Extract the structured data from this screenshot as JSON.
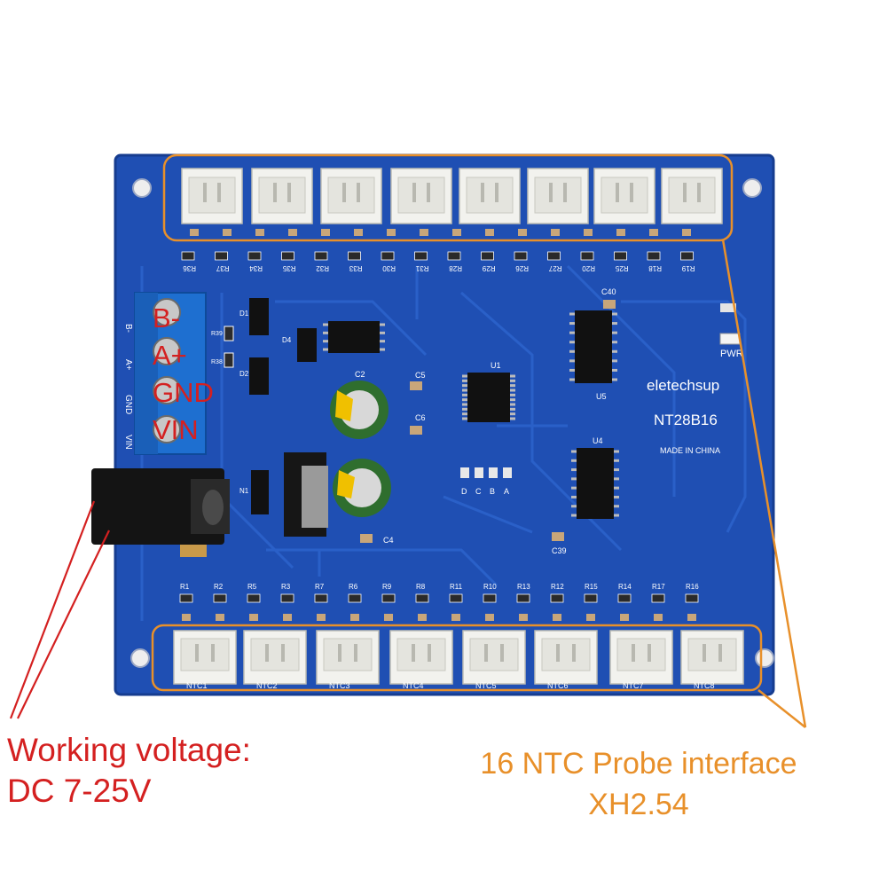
{
  "colors": {
    "board": "#1f4fb3",
    "board_dark": "#173e96",
    "trace": "#2c62c8",
    "silkscreen": "#ffffff",
    "connector": "#f2f2ee",
    "terminal_block": "#1e6fd0",
    "red_annotation": "#d42020",
    "orange_annotation": "#e8902a"
  },
  "board": {
    "brand": "eletechsup",
    "model": "NT28B16",
    "origin": "MADE IN CHINA",
    "pwr_label": "PWR",
    "chip_labels": {
      "u1": "U1",
      "u4": "U4",
      "u5": "U5"
    },
    "cap_labels": {
      "c2": "C2",
      "c4": "C4",
      "c5": "C5",
      "c6": "C6",
      "c39": "C39",
      "c40": "C40"
    },
    "misc_labels": {
      "d1": "D1",
      "d2": "D2",
      "d4": "D4",
      "n1": "N1",
      "r38": "R38",
      "r39": "R39"
    },
    "jumper_labels": [
      "D",
      "C",
      "B",
      "A"
    ],
    "block_side_labels": [
      "B-",
      "A+",
      "GND",
      "VIN"
    ],
    "top_resistor_labels": [
      "R36",
      "R37",
      "R34",
      "R35",
      "R32",
      "R33",
      "R30",
      "R31",
      "R28",
      "R29",
      "R26",
      "R27",
      "R20",
      "R25",
      "R18",
      "R19"
    ],
    "bottom_resistor_labels": [
      "R1",
      "R2",
      "R5",
      "R3",
      "R7",
      "R6",
      "R9",
      "R8",
      "R11",
      "R10",
      "R13",
      "R12",
      "R15",
      "R14",
      "R17",
      "R16"
    ],
    "ntc_labels": [
      "NTC1",
      "NTC2",
      "NTC3",
      "NTC4",
      "NTC5",
      "NTC6",
      "NTC7",
      "NTC8"
    ]
  },
  "annotations": {
    "terminals": [
      "B-",
      "A+",
      "GND",
      "VIN"
    ],
    "voltage_line1": "Working voltage:",
    "voltage_line2": "DC 7-25V",
    "ntc_line1": "16 NTC Probe interface",
    "ntc_line2": "XH2.54"
  }
}
